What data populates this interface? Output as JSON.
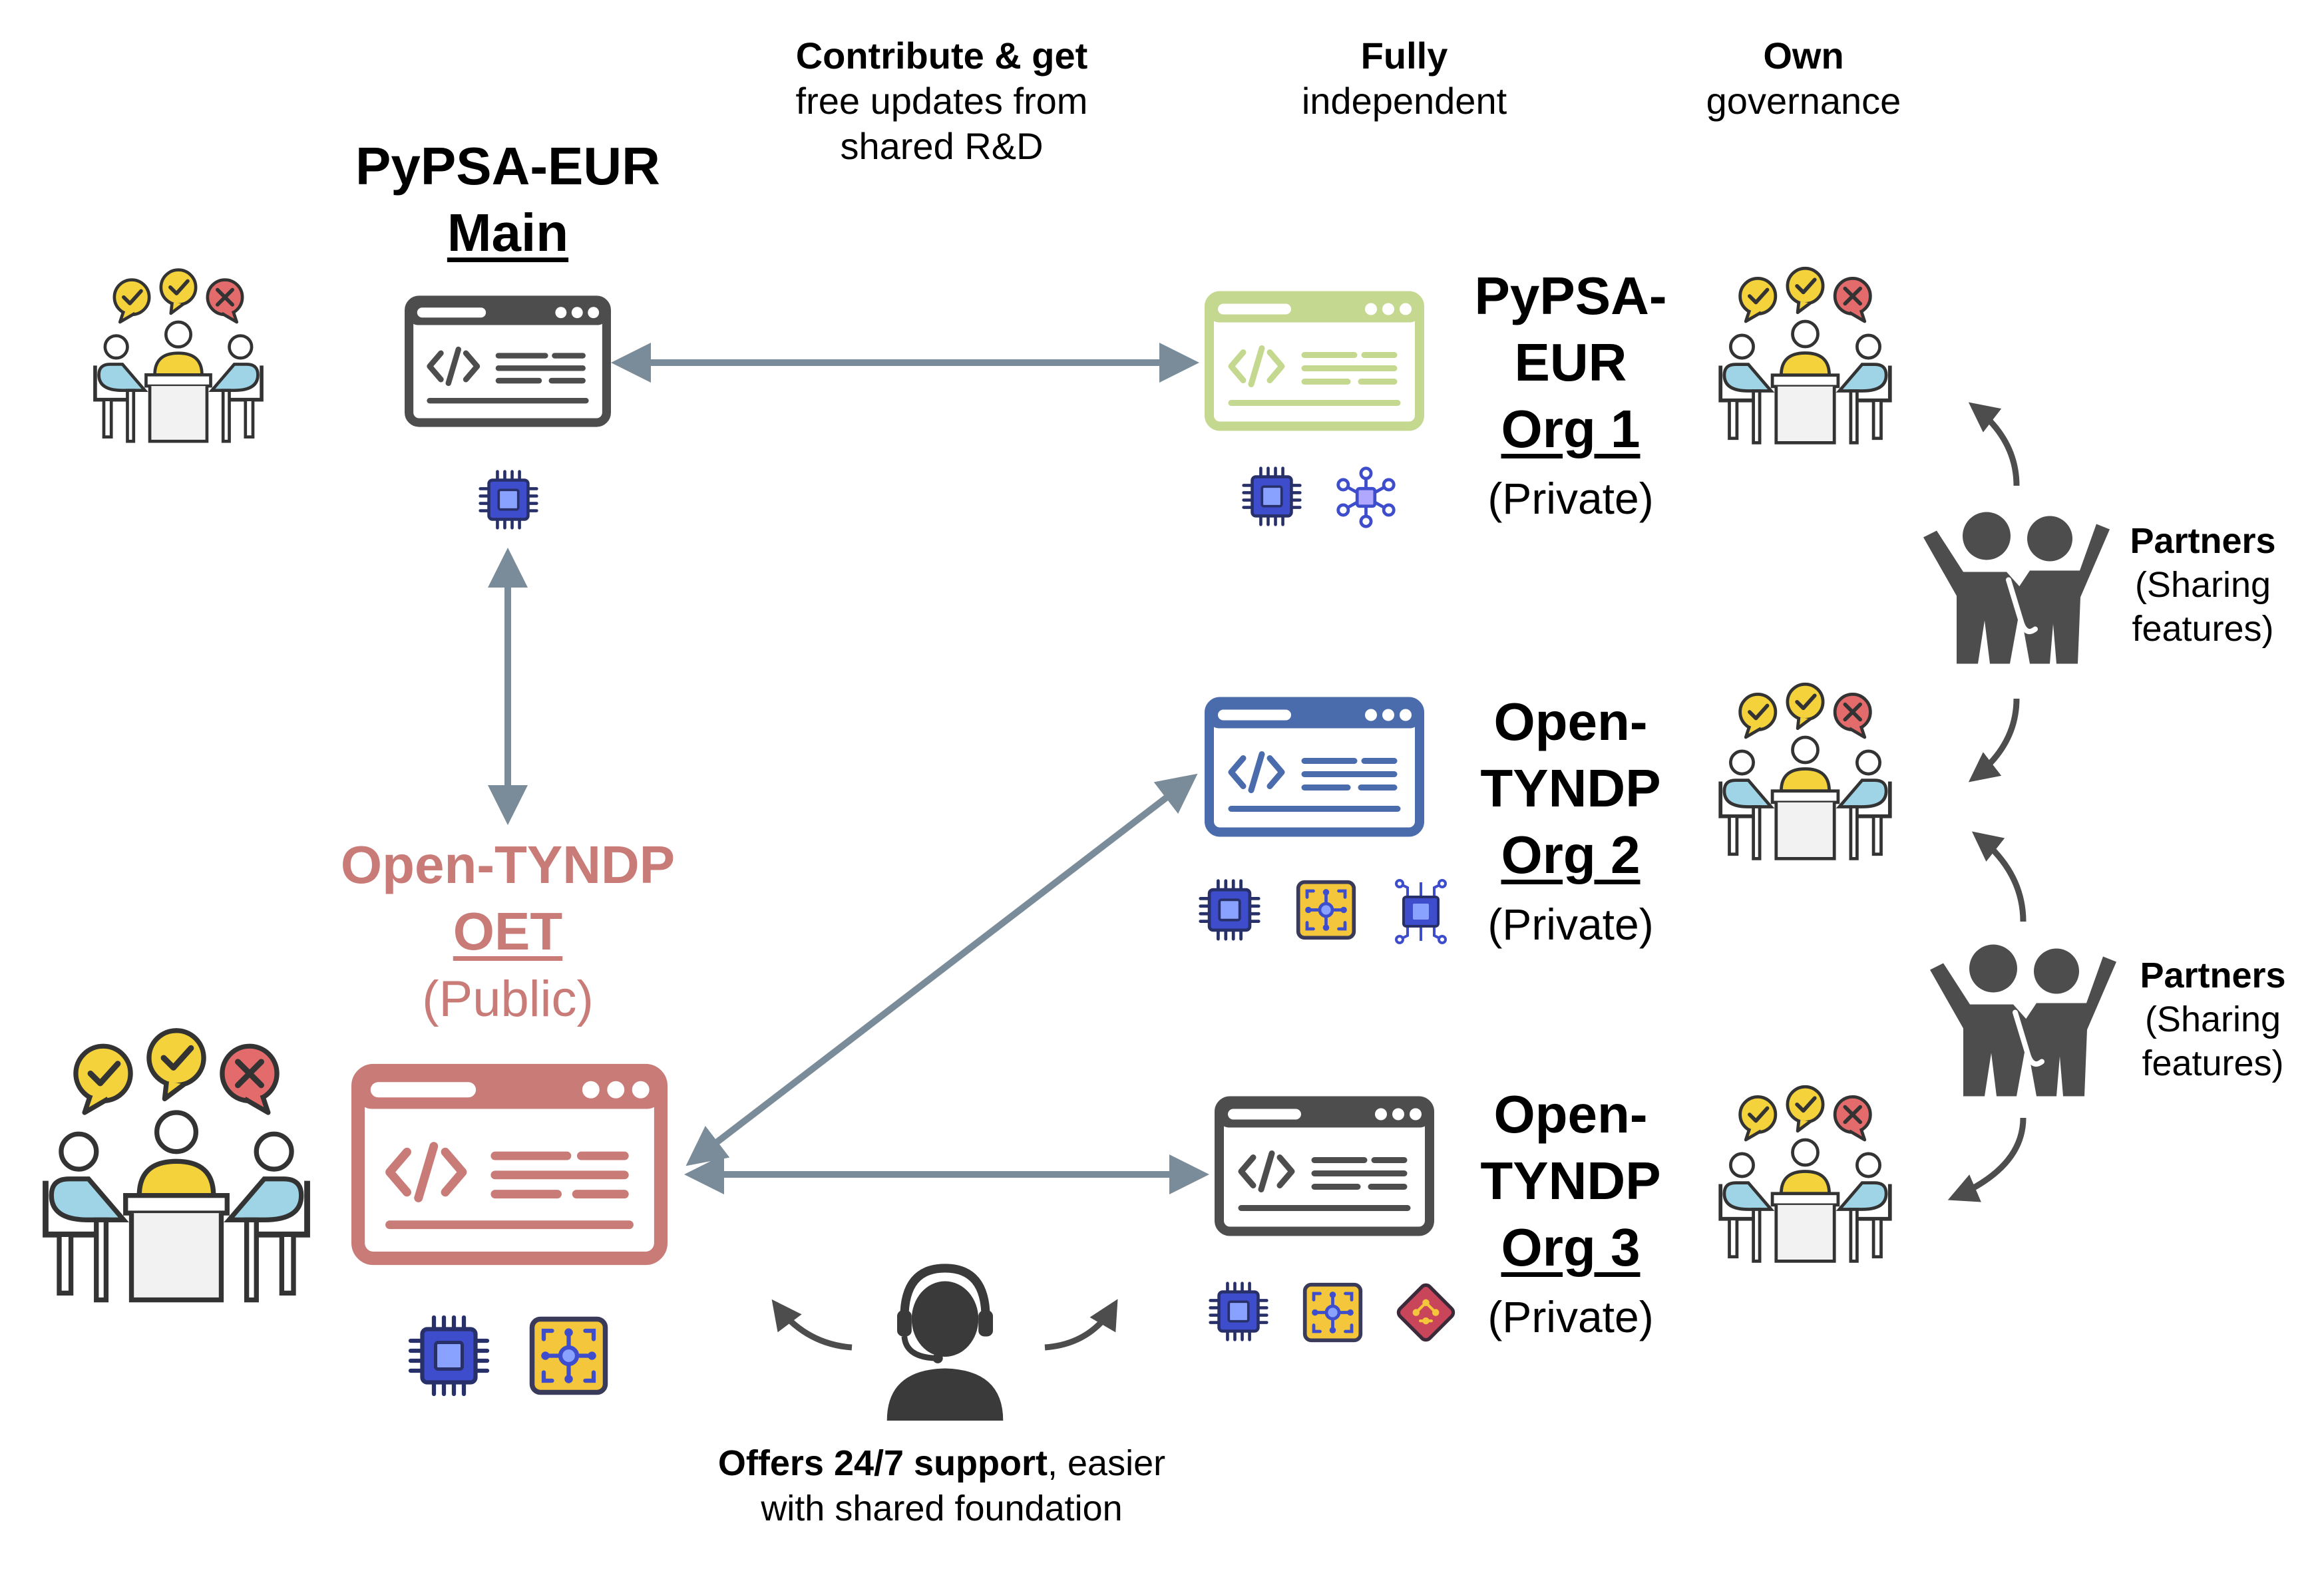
{
  "headers": {
    "contribute_bold": "Contribute & get",
    "contribute_rest": [
      "free updates from",
      "shared R&D"
    ],
    "fully_bold": "Fully",
    "fully_rest": "independent",
    "own_bold": "Own",
    "own_rest": "governance"
  },
  "main": {
    "line1": "PyPSA-EUR",
    "line2": "Main"
  },
  "oet": {
    "line1": "Open-TYNDP",
    "line2": "OET",
    "line3": "(Public)"
  },
  "org1": {
    "line1": "PyPSA-",
    "line2": "EUR",
    "line3": "Org 1",
    "line4": "(Private)"
  },
  "org2": {
    "line1": "Open-",
    "line2": "TYNDP",
    "line3": "Org 2",
    "line4": "(Private)"
  },
  "org3": {
    "line1": "Open-",
    "line2": "TYNDP",
    "line3": "Org 3",
    "line4": "(Private)"
  },
  "partners_a": {
    "bold": "Partners",
    "rest": [
      "(Sharing",
      "features)"
    ]
  },
  "partners_b": {
    "bold": "Partners",
    "rest": [
      "(Sharing",
      "features)"
    ]
  },
  "support": {
    "bold": "Offers 24/7 support",
    "rest": ", easier",
    "line2": "with shared foundation"
  },
  "colors": {
    "oet": "#c97b78",
    "org1": "#c5d88f",
    "org2": "#4a6bac",
    "neutral": "#4d4d4d",
    "arrow": "#7a8c99",
    "chip_blue": "#3e4dcc",
    "chip_yellow": "#f3c63b",
    "chip_red": "#c9455a"
  }
}
